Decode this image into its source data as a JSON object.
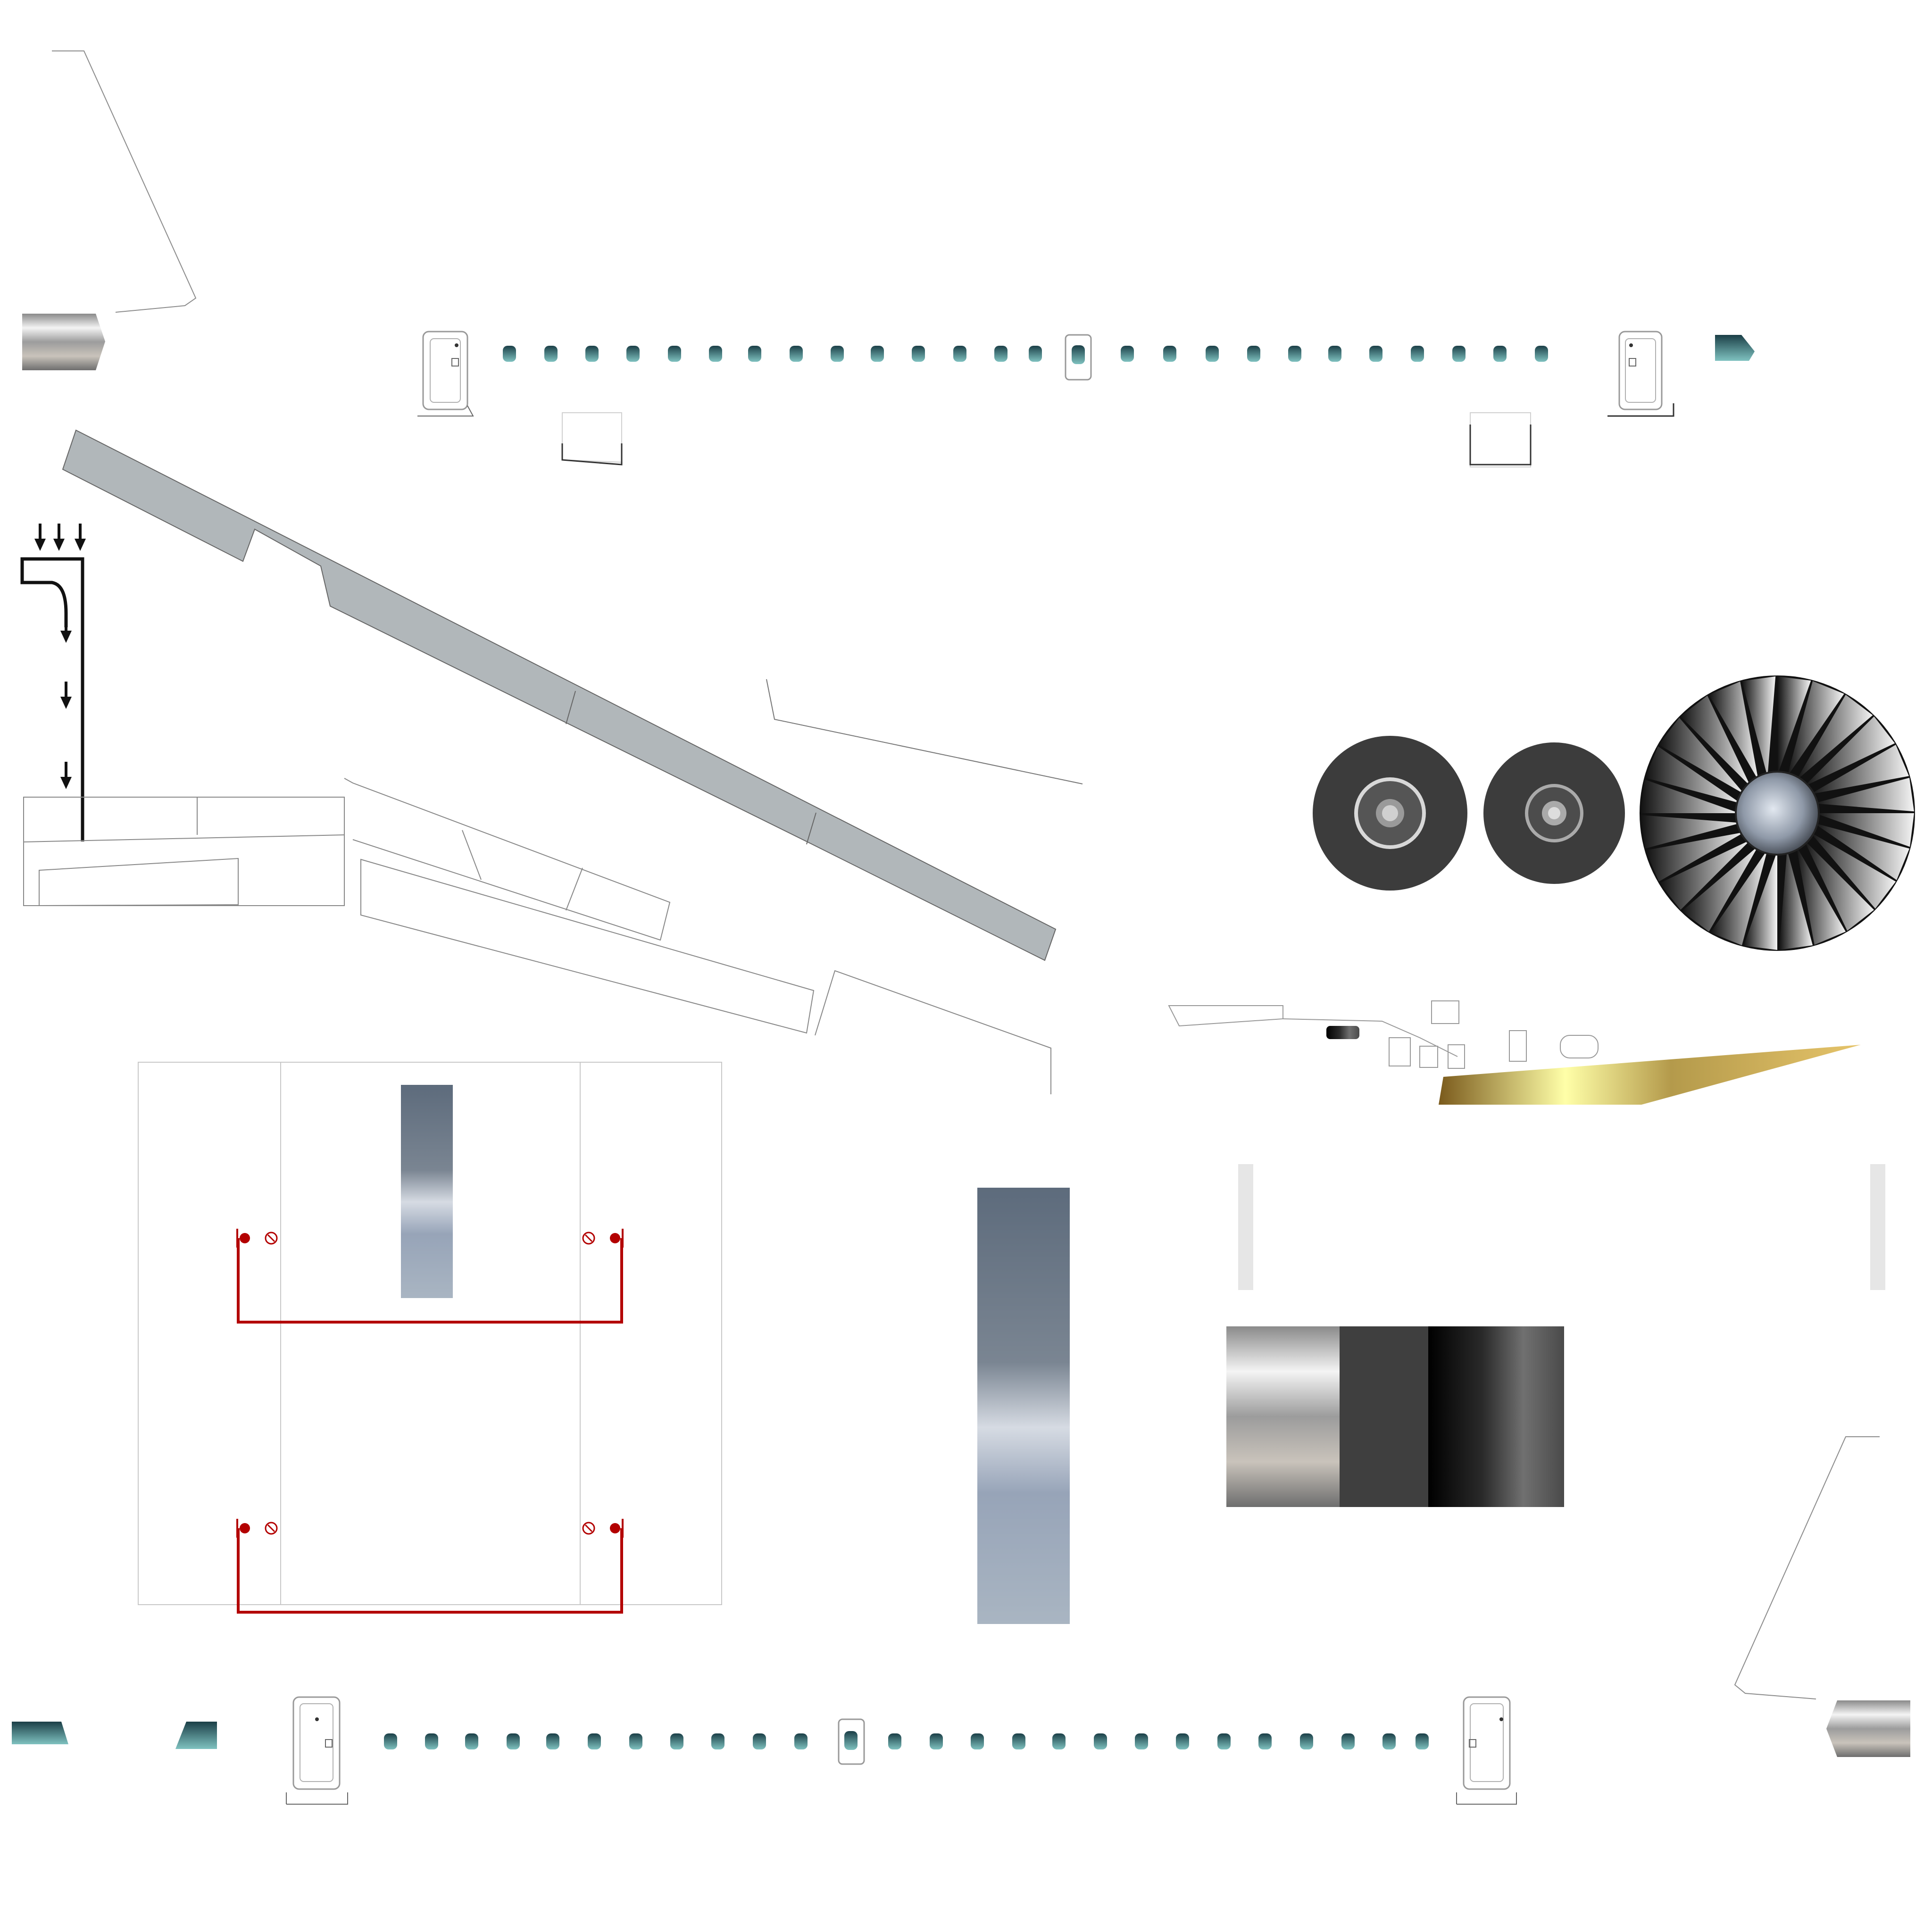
{
  "sheet": {
    "colors": {
      "background": "#ffffff",
      "outline": "#8c8c8c",
      "wing_fill": "#b1b7ba",
      "window_fill": "#2e6f6d",
      "warning_red": "#b30000",
      "tire": "#3c3c3c",
      "fan_hub": "#7a8494",
      "gold_stripe": "#d9c36a",
      "bar_grey": "#e6e6e6"
    },
    "parts": {
      "top_fuselage": {
        "window_count": 26,
        "door_count": 3,
        "icon": "cabin-window-icon"
      },
      "bottom_fuselage": {
        "window_count": 26,
        "door_count": 3,
        "icon": "cabin-window-icon"
      },
      "wing": {
        "icon": "wing-panel-icon"
      },
      "flow_diagram": {
        "arrow_count": 6,
        "icon": "down-arrow-icon"
      },
      "main_wheel": {
        "icon": "wheel-icon"
      },
      "nose_wheel": {
        "icon": "wheel-icon"
      },
      "engine_fan": {
        "blade_count": 24,
        "icon": "fan-blade-icon"
      },
      "cargo_panel": {
        "red_valve_count": 4,
        "icon": "valve-icon"
      },
      "engine_nacelle_texture": {
        "icon": "nacelle-icon"
      }
    }
  }
}
